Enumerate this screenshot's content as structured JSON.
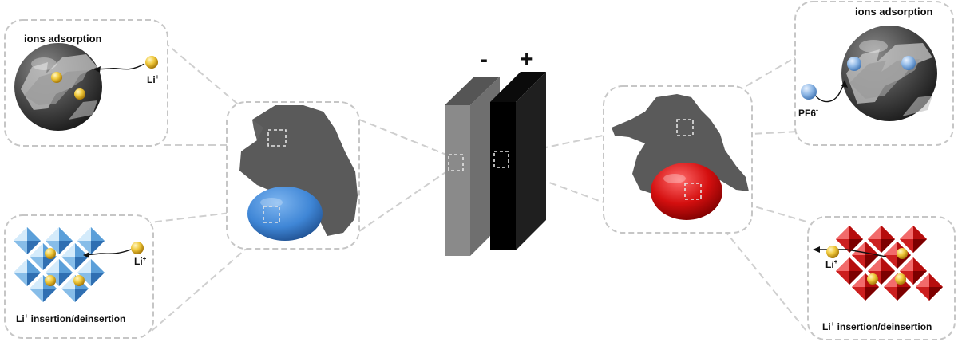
{
  "electrodes": {
    "negative_sign": "-",
    "positive_sign": "+"
  },
  "left_top_panel": {
    "title": "ions adsorption",
    "ion_label": "Li",
    "ion_charge": "+"
  },
  "left_bottom_panel": {
    "ion_label": "Li",
    "ion_charge": "+",
    "caption_prefix": "Li",
    "caption_charge": "+",
    "caption_rest": " insertion/deinsertion"
  },
  "right_top_panel": {
    "title": "ions adsorption",
    "ion_label": "PF6",
    "ion_charge": "-"
  },
  "right_bottom_panel": {
    "ion_label": "Li",
    "ion_charge": "+",
    "caption_prefix": "Li",
    "caption_charge": "+",
    "caption_rest": " insertion/deinsertion"
  },
  "colors": {
    "carbon_gray": "#5a5a5a",
    "anode_blue": "#3f86d6",
    "cathode_red": "#d40f0f",
    "lithium_gold": "#e8b92a",
    "pf6_blue": "#8fb8e6"
  }
}
